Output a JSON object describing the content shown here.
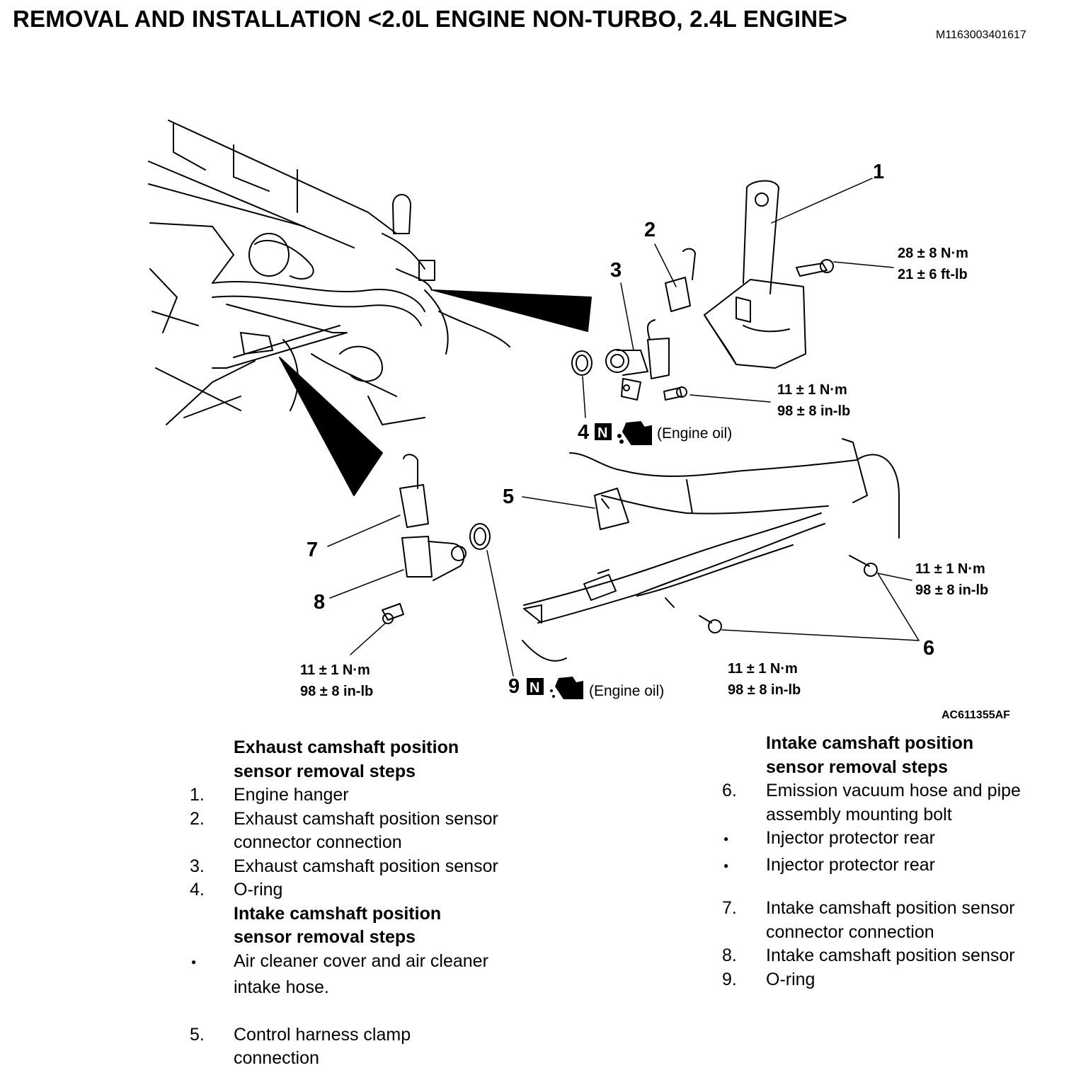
{
  "header": {
    "title": "REMOVAL AND INSTALLATION <2.0L ENGINE NON-TURBO, 2.4L ENGINE>",
    "doc_id": "M1163003401617"
  },
  "figure": {
    "figure_id": "AC611355AF",
    "callouts": [
      "1",
      "2",
      "3",
      "4",
      "5",
      "6",
      "7",
      "8",
      "9"
    ],
    "torque_bracket": {
      "nm": "28 ± 8 N·m",
      "imperial": "21 ± 6 ft-lb"
    },
    "torque_sensor_exhaust": {
      "nm": "11 ± 1 N·m",
      "imperial": "98 ± 8 in-lb"
    },
    "torque_bolt6_upper": {
      "nm": "11 ± 1 N·m",
      "imperial": "98 ± 8 in-lb"
    },
    "torque_bolt6_lower": {
      "nm": "11 ± 1 N·m",
      "imperial": "98 ± 8 in-lb"
    },
    "torque_sensor_intake": {
      "nm": "11 ± 1 N·m",
      "imperial": "98 ± 8 in-lb"
    },
    "oring_note": "(Engine oil)",
    "new_part_symbol": "N",
    "icons": [
      "new-part-icon",
      "oil-can-icon"
    ]
  },
  "left_column": {
    "heading1": [
      "Exhaust camshaft position",
      "sensor removal steps"
    ],
    "steps1": [
      {
        "num": "1.",
        "lines": [
          "Engine hanger"
        ]
      },
      {
        "num": "2.",
        "lines": [
          "Exhaust camshaft position sensor",
          "connector connection"
        ]
      },
      {
        "num": "3.",
        "lines": [
          "Exhaust camshaft position sensor"
        ]
      },
      {
        "num": "4.",
        "lines": [
          "O-ring"
        ]
      }
    ],
    "heading2": [
      "Intake camshaft position",
      "sensor removal steps"
    ],
    "bullet1": [
      "Air cleaner cover and air cleaner",
      "intake hose."
    ],
    "step5": {
      "num": "5.",
      "lines": [
        "Control harness clamp",
        "connection"
      ]
    }
  },
  "right_column": {
    "heading": [
      "Intake camshaft position",
      "sensor removal steps"
    ],
    "step6": {
      "num": "6.",
      "lines": [
        "Emission vacuum hose and pipe",
        "assembly mounting bolt"
      ]
    },
    "bullets": [
      "Injector protector rear",
      "Injector protector rear"
    ],
    "steps": [
      {
        "num": "7.",
        "lines": [
          "Intake camshaft position sensor",
          "connector connection"
        ]
      },
      {
        "num": "8.",
        "lines": [
          "Intake camshaft position sensor"
        ]
      },
      {
        "num": "9.",
        "lines": [
          "O-ring"
        ]
      }
    ]
  }
}
